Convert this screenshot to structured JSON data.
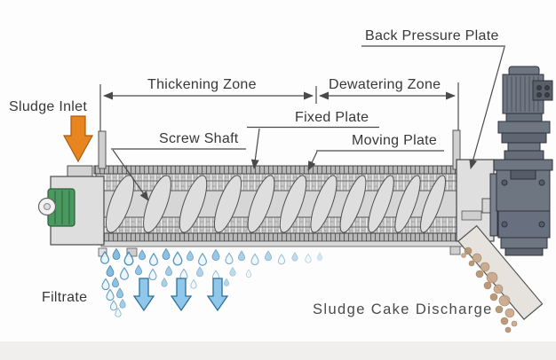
{
  "labels": {
    "sludge_inlet": "Sludge Inlet",
    "thickening_zone": "Thickening Zone",
    "dewatering_zone": "Dewatering Zone",
    "back_pressure_plate": "Back Pressure Plate",
    "screw_shaft": "Screw Shaft",
    "fixed_plate": "Fixed Plate",
    "moving_plate": "Moving Plate",
    "filtrate": "Filtrate",
    "sludge_cake_discharge": "Sludge Cake Discharge"
  },
  "colors": {
    "inlet_arrow_fill": "#e8851f",
    "inlet_arrow_stroke": "#a85c12",
    "filtrate_arrow_fill": "#8fc8ea",
    "filtrate_arrow_stroke": "#2d6f9d",
    "drop_fill": "#6fb4dd",
    "drop_outline": "#3d85b5",
    "drop_pale": "#eaf5fc",
    "machine_light": "#dedede",
    "machine_outline": "#4a4a4a",
    "motor_body": "#6e7682",
    "motor_dark": "#565d68",
    "motor_stroke": "#2e333a",
    "bearing_green": "#4a9a60",
    "sludge_tan_1": "#c8a98b",
    "sludge_tan_2": "#b5926f",
    "label_text": "#383838",
    "footer_band": "#f0efee"
  }
}
